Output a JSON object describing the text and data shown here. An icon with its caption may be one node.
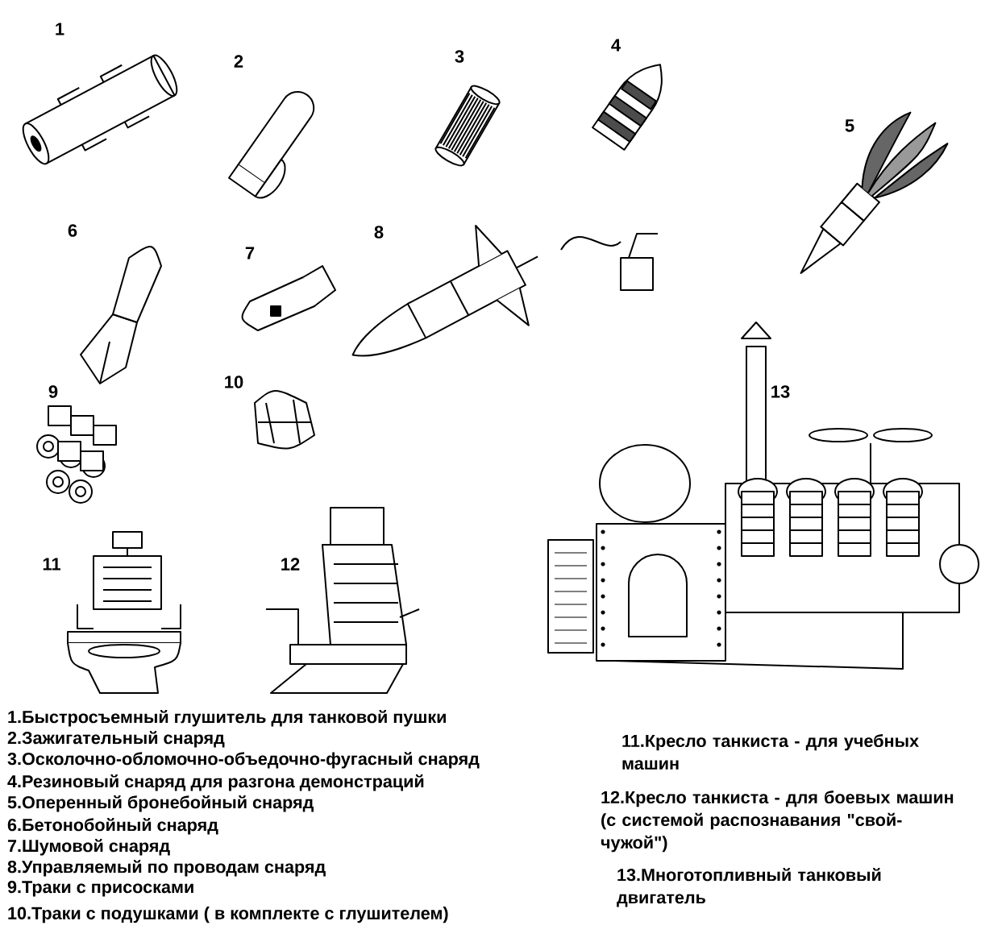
{
  "diagram": {
    "labels": [
      "1",
      "2",
      "3",
      "4",
      "5",
      "6",
      "7",
      "8",
      "9",
      "10",
      "13",
      "11",
      "12",
      "1.Быстросъемный глушитель для  танковой пушки",
      "2.Зажигательный снаряд",
      "3.Осколочно-обломочно-объедочно-фугасный снаряд",
      "4.Резиновый снаряд для разгона демонстраций",
      "5.Оперенный бронебойный снаряд",
      "6.Бетонобойный снаряд",
      "7.Шумовой снаряд",
      "8.Управляемый по проводам снаряд",
      "9.Траки с присосками",
      "10.Траки с подушками ( в комплекте с глушителем)",
      "11.Кресло танкиста  - для учебных машин",
      "12.Кресло танкиста  - для боевых машин (с системой распознавания \"свой-чужой\")",
      "13.Многотопливный танковый двигатель"
    ]
  }
}
